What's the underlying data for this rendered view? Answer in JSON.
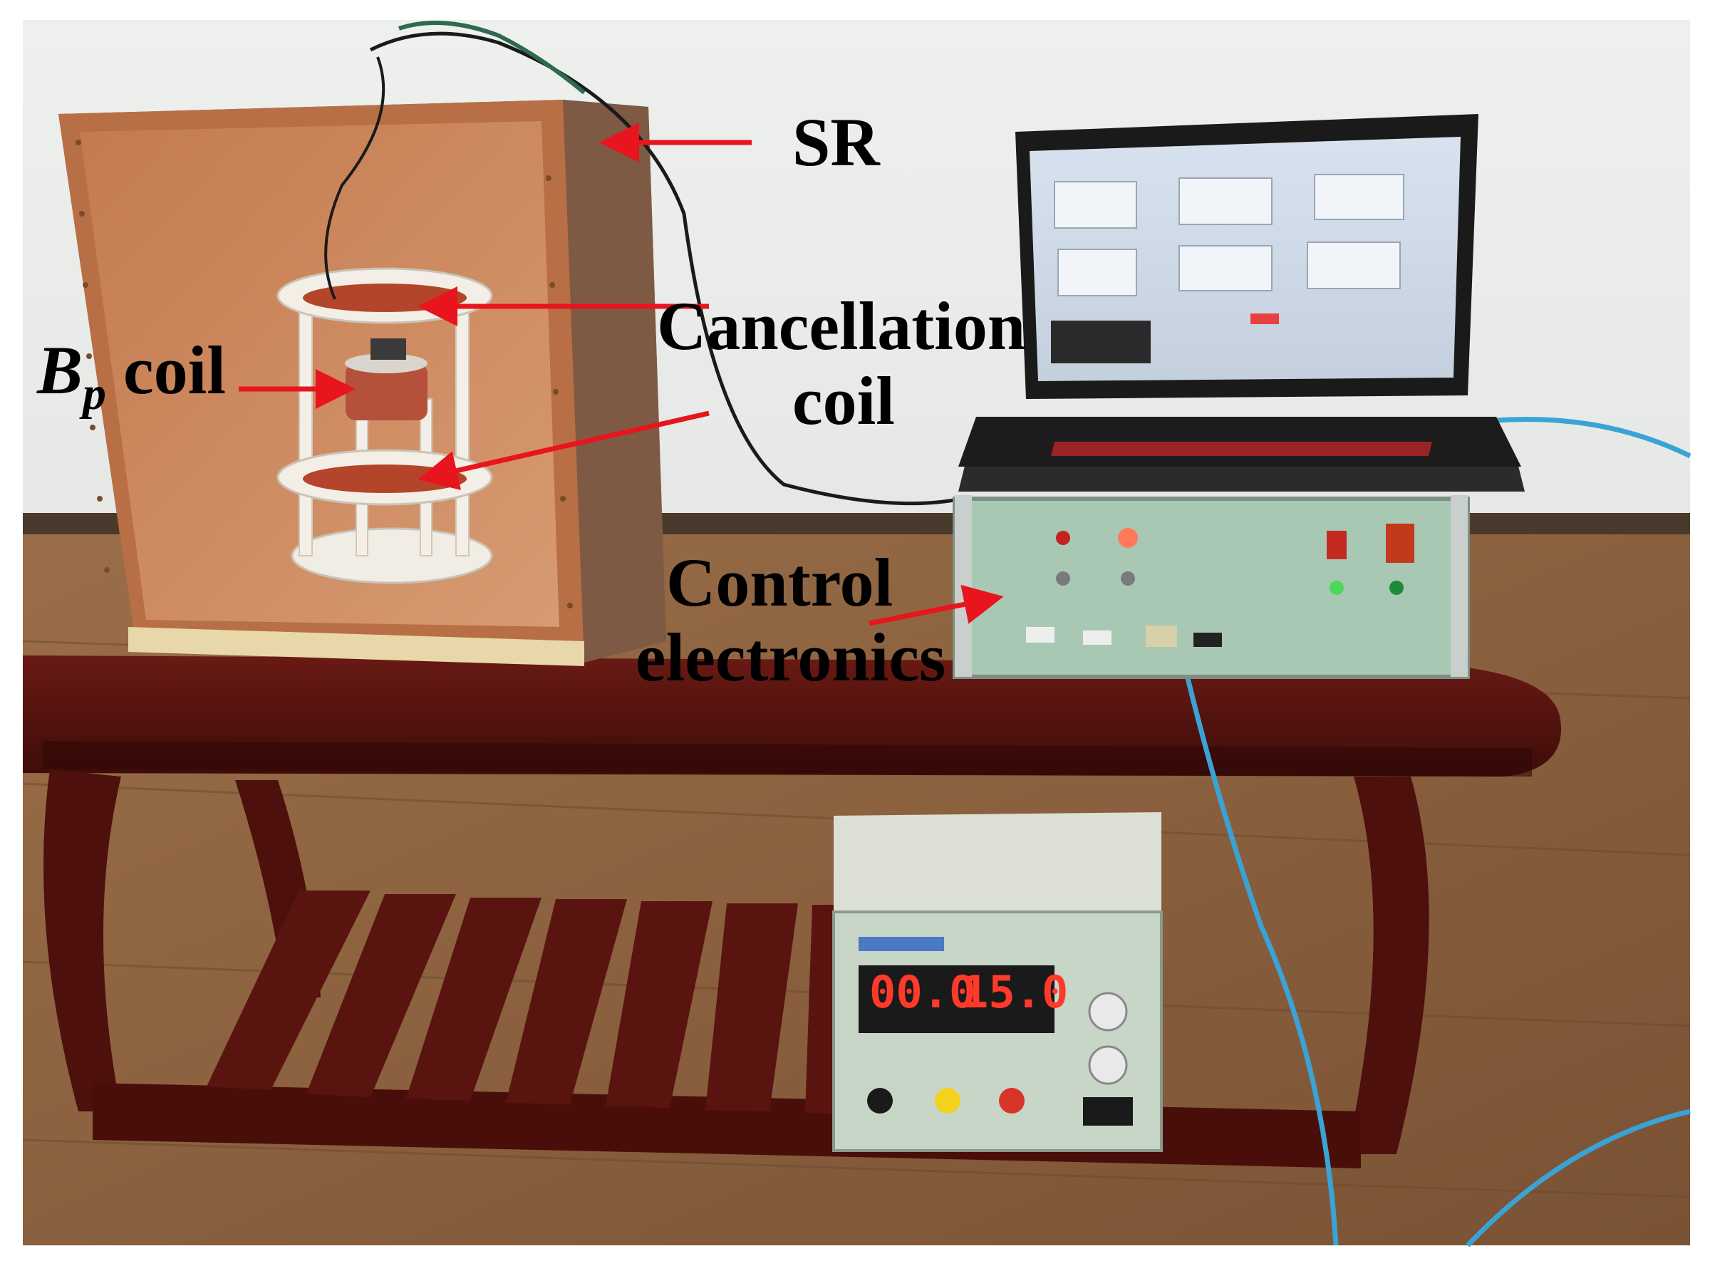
{
  "labels": {
    "sr": "SR",
    "bp_symbol": "B",
    "bp_subscript": "p",
    "bp_suffix": " coil",
    "cancellation_line1": "Cancellation",
    "cancellation_line2": "coil",
    "control_line1": "Control",
    "control_line2": "electronics"
  },
  "power_supply": {
    "display_left": "00.0",
    "display_right": "15.0"
  },
  "colors": {
    "arrow": "#e8141e",
    "copper": "#b86f45",
    "electronics_panel": "#a8c8b4",
    "ethernet_cable": "#3aa3d6"
  }
}
